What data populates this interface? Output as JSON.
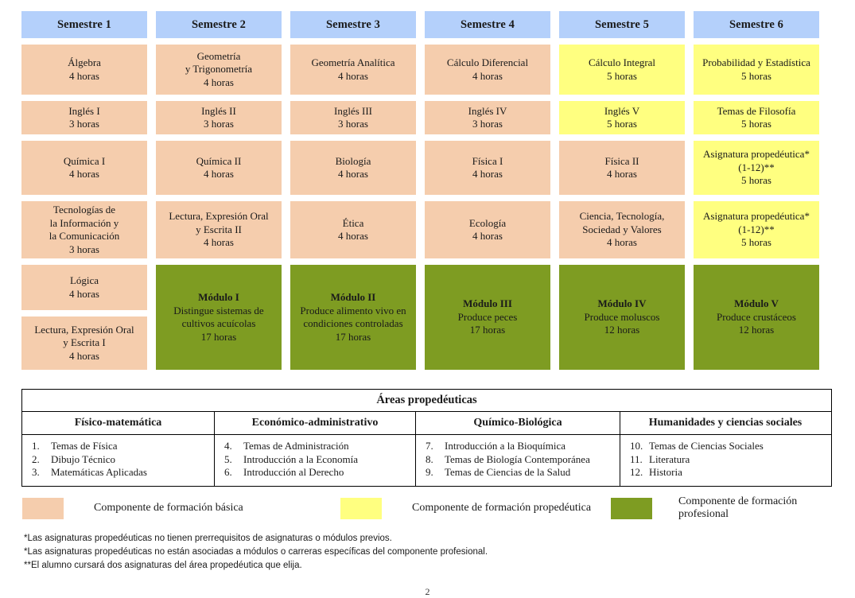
{
  "colors": {
    "basica": "#f5cdad",
    "propedeutica": "#ffff80",
    "profesional": "#7e9c22",
    "semester_header": "#b4d0fb",
    "border": "#000000"
  },
  "semesters": [
    {
      "header": "Semestre 1",
      "cells": [
        {
          "component": "basica",
          "lines": [
            "Álgebra",
            "4 horas"
          ],
          "bold_first": false
        },
        {
          "component": "basica",
          "lines": [
            "Inglés I",
            "3 horas"
          ],
          "bold_first": false
        },
        {
          "component": "basica",
          "lines": [
            "Química I",
            "4 horas"
          ],
          "bold_first": false
        },
        {
          "component": "basica",
          "lines": [
            "Tecnologías de",
            "la Información y",
            "la Comunicación",
            "3 horas"
          ],
          "bold_first": false
        },
        {
          "component": "basica",
          "lines": [
            "Lógica",
            "4 horas"
          ],
          "bold_first": false
        },
        {
          "component": "basica",
          "lines": [
            "Lectura, Expresión Oral",
            "y Escrita I",
            "4 horas"
          ],
          "bold_first": false
        }
      ]
    },
    {
      "header": "Semestre 2",
      "cells": [
        {
          "component": "basica",
          "lines": [
            "Geometría",
            "y Trigonometría",
            "4 horas"
          ],
          "bold_first": false
        },
        {
          "component": "basica",
          "lines": [
            "Inglés II",
            "3 horas"
          ],
          "bold_first": false
        },
        {
          "component": "basica",
          "lines": [
            "Química II",
            "4 horas"
          ],
          "bold_first": false
        },
        {
          "component": "basica",
          "lines": [
            "Lectura, Expresión Oral",
            "y Escrita II",
            "4 horas"
          ],
          "bold_first": false
        },
        {
          "component": "profesional",
          "lines": [
            "Módulo I",
            "Distingue sistemas de",
            "cultivos acuícolas",
            "17 horas"
          ],
          "bold_first": true
        }
      ]
    },
    {
      "header": "Semestre 3",
      "cells": [
        {
          "component": "basica",
          "lines": [
            "Geometría Analítica",
            "4 horas"
          ],
          "bold_first": false
        },
        {
          "component": "basica",
          "lines": [
            "Inglés III",
            "3 horas"
          ],
          "bold_first": false
        },
        {
          "component": "basica",
          "lines": [
            "Biología",
            "4 horas"
          ],
          "bold_first": false
        },
        {
          "component": "basica",
          "lines": [
            "Ética",
            "4 horas"
          ],
          "bold_first": false
        },
        {
          "component": "profesional",
          "lines": [
            "Módulo II",
            "Produce alimento vivo en",
            "condiciones controladas",
            "17 horas"
          ],
          "bold_first": true
        }
      ]
    },
    {
      "header": "Semestre 4",
      "cells": [
        {
          "component": "basica",
          "lines": [
            "Cálculo Diferencial",
            "4 horas"
          ],
          "bold_first": false
        },
        {
          "component": "basica",
          "lines": [
            "Inglés IV",
            "3 horas"
          ],
          "bold_first": false
        },
        {
          "component": "basica",
          "lines": [
            "Física I",
            "4 horas"
          ],
          "bold_first": false
        },
        {
          "component": "basica",
          "lines": [
            "Ecología",
            "4 horas"
          ],
          "bold_first": false
        },
        {
          "component": "profesional",
          "lines": [
            "Módulo III",
            "Produce peces",
            "17 horas"
          ],
          "bold_first": true
        }
      ]
    },
    {
      "header": "Semestre 5",
      "cells": [
        {
          "component": "propedeutica",
          "lines": [
            "Cálculo Integral",
            "5 horas"
          ],
          "bold_first": false
        },
        {
          "component": "propedeutica",
          "lines": [
            "Inglés V",
            "5 horas"
          ],
          "bold_first": false
        },
        {
          "component": "basica",
          "lines": [
            "Física II",
            "4 horas"
          ],
          "bold_first": false
        },
        {
          "component": "basica",
          "lines": [
            "Ciencia, Tecnología,",
            "Sociedad y Valores",
            "4 horas"
          ],
          "bold_first": false
        },
        {
          "component": "profesional",
          "lines": [
            "Módulo IV",
            "Produce moluscos",
            "12 horas"
          ],
          "bold_first": true
        }
      ]
    },
    {
      "header": "Semestre 6",
      "cells": [
        {
          "component": "propedeutica",
          "lines": [
            "Probabilidad y Estadística",
            "5 horas"
          ],
          "bold_first": false
        },
        {
          "component": "propedeutica",
          "lines": [
            "Temas de Filosofía",
            "5 horas"
          ],
          "bold_first": false
        },
        {
          "component": "propedeutica",
          "lines": [
            "Asignatura propedéutica*",
            "(1-12)**",
            "5 horas"
          ],
          "bold_first": false
        },
        {
          "component": "propedeutica",
          "lines": [
            "Asignatura propedéutica*",
            "(1-12)**",
            "5 horas"
          ],
          "bold_first": false
        },
        {
          "component": "profesional",
          "lines": [
            "Módulo V",
            "Produce crustáceos",
            "12 horas"
          ],
          "bold_first": true
        }
      ]
    }
  ],
  "areas": {
    "title": "Áreas propedéuticas",
    "columns": [
      {
        "header": "Físico-matemática",
        "items": [
          {
            "num": "1.",
            "label": "Temas de Física"
          },
          {
            "num": "2.",
            "label": "Dibujo Técnico"
          },
          {
            "num": "3.",
            "label": "Matemáticas Aplicadas"
          }
        ]
      },
      {
        "header": "Económico-administrativo",
        "items": [
          {
            "num": "4.",
            "label": "Temas de Administración"
          },
          {
            "num": "5.",
            "label": "Introducción a la Economía"
          },
          {
            "num": "6.",
            "label": "Introducción al Derecho"
          }
        ]
      },
      {
        "header": "Químico-Biológica",
        "items": [
          {
            "num": "7.",
            "label": "Introducción a la Bioquímica"
          },
          {
            "num": "8.",
            "label": "Temas de Biología Contemporánea"
          },
          {
            "num": "9.",
            "label": "Temas de Ciencias de la Salud"
          }
        ]
      },
      {
        "header": "Humanidades y ciencias sociales",
        "items": [
          {
            "num": "10.",
            "label": "Temas de Ciencias Sociales"
          },
          {
            "num": "11.",
            "label": "Literatura"
          },
          {
            "num": "12.",
            "label": "Historia"
          }
        ]
      }
    ]
  },
  "legend": [
    {
      "color": "#f5cdad",
      "label": "Componente de formación básica"
    },
    {
      "color": "#ffff80",
      "label": "Componente de formación propedéutica"
    },
    {
      "color": "#7e9c22",
      "label": "Componente de formación profesional"
    }
  ],
  "footnotes": [
    "*Las asignaturas propedéuticas no tienen prerrequisitos de asignaturas o módulos previos.",
    "*Las asignaturas propedéuticas no están asociadas a módulos o carreras específicas del componente profesional.",
    "**El alumno cursará dos asignaturas del área propedéutica que elija."
  ],
  "page_number": "2"
}
